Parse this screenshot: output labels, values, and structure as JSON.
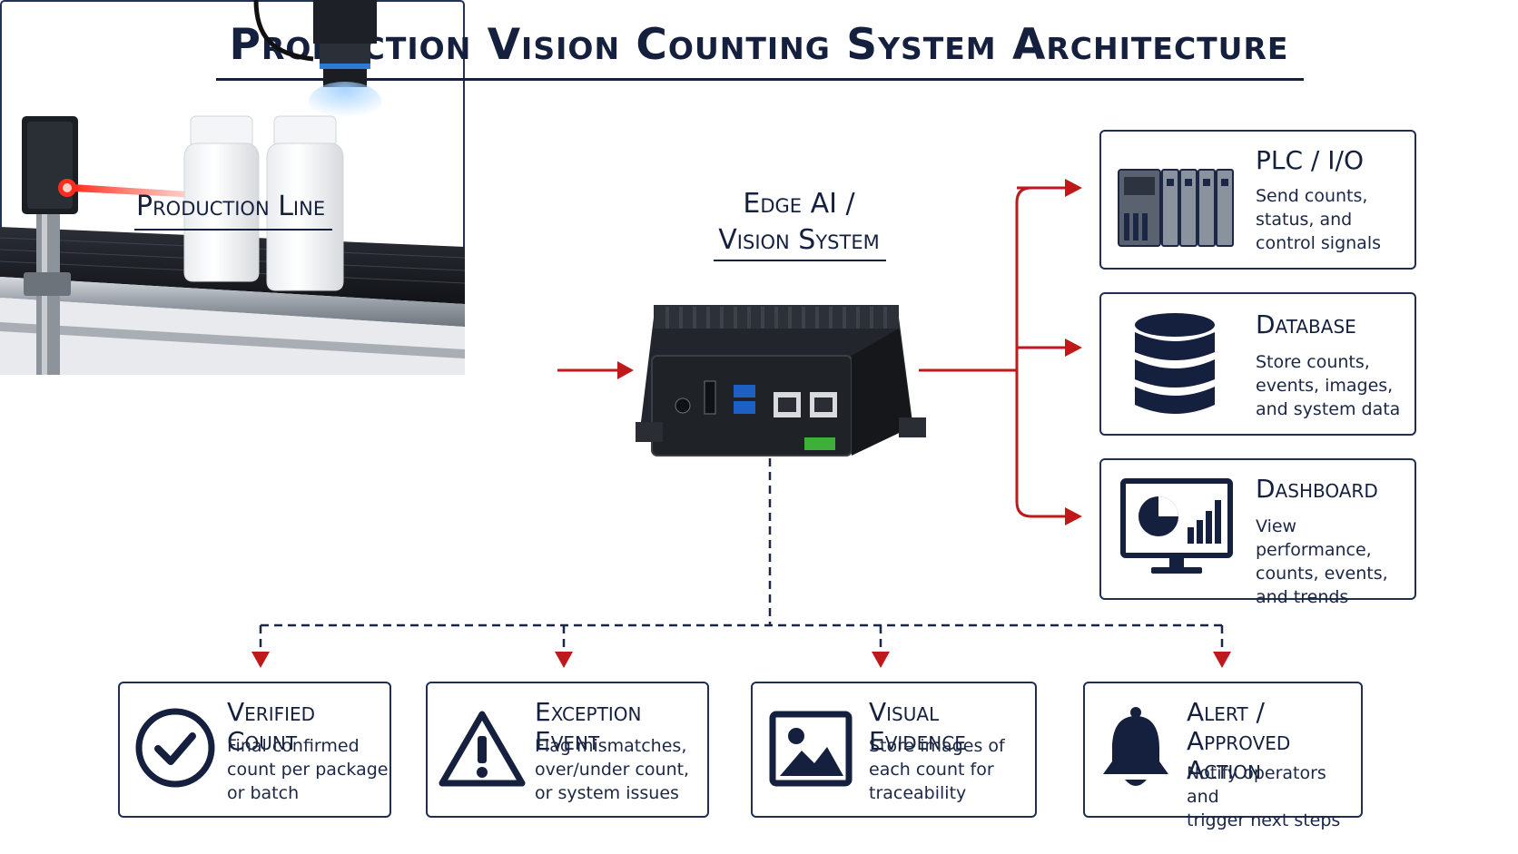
{
  "title": "Production Vision Counting System Architecture",
  "production_line": {
    "label": "Production Line"
  },
  "edge_system": {
    "label_line1": "Edge AI /",
    "label_line2": "Vision System"
  },
  "outputs": [
    {
      "title": "PLC / I/O",
      "lines": [
        "Send counts,",
        "status, and",
        "control signals"
      ],
      "icon": "plc-rack-icon"
    },
    {
      "title": "Database",
      "lines": [
        "Store counts,",
        "events, images,",
        "and system data"
      ],
      "icon": "database-icon"
    },
    {
      "title": "Dashboard",
      "lines": [
        "View performance,",
        "counts, events,",
        "and trends"
      ],
      "icon": "monitor-chart-icon"
    }
  ],
  "results": [
    {
      "title_lines": [
        "Verified Count"
      ],
      "lines": [
        "Final confirmed",
        "count per package",
        "or batch"
      ],
      "icon": "check-circle-icon"
    },
    {
      "title_lines": [
        "Exception Event"
      ],
      "lines": [
        "Flag mismatches,",
        "over/under count,",
        "or system issues"
      ],
      "icon": "warning-triangle-icon"
    },
    {
      "title_lines": [
        "Visual Evidence"
      ],
      "lines": [
        "Store images of",
        "each count for",
        "traceability"
      ],
      "icon": "image-icon"
    },
    {
      "title_lines": [
        "Alert /",
        "Approved Action"
      ],
      "lines": [
        "Notify operators and",
        "trigger next steps"
      ],
      "icon": "bell-icon"
    }
  ],
  "colors": {
    "navy": "#14203d",
    "arrow_red": "#c0191b",
    "border": "#1f2e52"
  }
}
